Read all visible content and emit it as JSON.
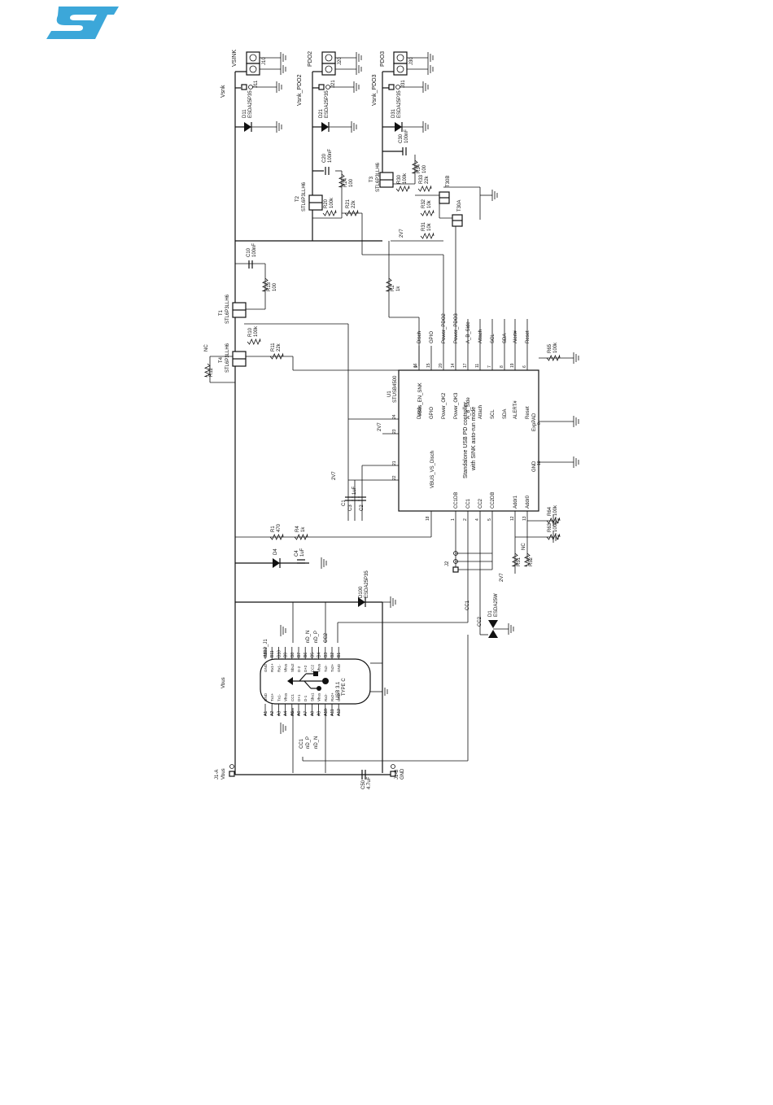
{
  "logo": {
    "text": "ST",
    "color": "#3CA7D9"
  },
  "ic": {
    "ref": "U1",
    "part": "STUSB4500",
    "title": "Standalone USB PD controller",
    "subtitle": "with SINK auto-run mode",
    "left_pins": [
      {
        "num": "16",
        "name": "VBus_EN_SNK"
      },
      {
        "num": "24",
        "name": ""
      },
      {
        "num": "23",
        "name": ""
      },
      {
        "num": "21",
        "name": ""
      },
      {
        "num": "22",
        "name": ""
      },
      {
        "num": "18",
        "name": "VBUS_VS_Disch"
      }
    ],
    "top_pins": [
      {
        "num": "9",
        "name": "Disch"
      },
      {
        "num": "15",
        "name": "GPIO"
      },
      {
        "num": "20",
        "name": "Power_OK2"
      },
      {
        "num": "14",
        "name": "Power_OK3"
      },
      {
        "num": "17",
        "name": "A_B_Side"
      },
      {
        "num": "11",
        "name": "Attach"
      },
      {
        "num": "7",
        "name": "SCL"
      },
      {
        "num": "8",
        "name": "SDA"
      },
      {
        "num": "19",
        "name": "ALERT#"
      },
      {
        "num": "6",
        "name": "Reset"
      }
    ],
    "bottom_pins": [
      {
        "num": "1",
        "name": "CC1DB"
      },
      {
        "num": "2",
        "name": "CC1"
      },
      {
        "num": "4",
        "name": "CC2"
      },
      {
        "num": "5",
        "name": "CC2DB"
      },
      {
        "num": "12",
        "name": "Addr1"
      },
      {
        "num": "13",
        "name": "Addr0"
      }
    ],
    "right_pins": [
      {
        "num": "0",
        "name": "ExpPAD"
      },
      {
        "num": "10",
        "name": "GND"
      }
    ]
  },
  "net_labels": [
    {
      "id": "disch",
      "text": "Disch"
    },
    {
      "id": "gpio",
      "text": "GPIO"
    },
    {
      "id": "pwr2",
      "text": "Power_PDO2"
    },
    {
      "id": "pwr3",
      "text": "Power_PDO3"
    },
    {
      "id": "abside",
      "text": "A_B_Side"
    },
    {
      "id": "attach",
      "text": "Attach"
    },
    {
      "id": "scl",
      "text": "SCL"
    },
    {
      "id": "sda",
      "text": "SDA"
    },
    {
      "id": "alert",
      "text": "Alert#"
    },
    {
      "id": "reset",
      "text": "Reset"
    },
    {
      "id": "cc1",
      "text": "CC1"
    },
    {
      "id": "cc2",
      "text": "CC2"
    },
    {
      "id": "nc1",
      "text": "NC"
    },
    {
      "id": "nc2",
      "text": "NC"
    },
    {
      "id": "v27a",
      "text": "2V7"
    },
    {
      "id": "v27b",
      "text": "2V7"
    },
    {
      "id": "v27c",
      "text": "2V7"
    },
    {
      "id": "v27d",
      "text": "2V7"
    }
  ],
  "connectors": [
    {
      "id": "j10",
      "ref": "J10",
      "net": "VSINK"
    },
    {
      "id": "j20",
      "ref": "J20",
      "net": "PDO2"
    },
    {
      "id": "j30",
      "ref": "J30",
      "net": "PDO3"
    }
  ],
  "test_points": [
    {
      "id": "tp1",
      "ref": "J11",
      "net": "Vsnk"
    },
    {
      "id": "tp2",
      "ref": "J21",
      "net": "Vsnk_PDO2"
    },
    {
      "id": "tp3",
      "ref": "J31",
      "net": "Vsnk_PDO3"
    }
  ],
  "tvs": [
    {
      "id": "d11",
      "ref": "D11",
      "part": "ESDA25P35"
    },
    {
      "id": "d21",
      "ref": "D21",
      "part": "ESDA25P35"
    },
    {
      "id": "d31",
      "ref": "D31",
      "part": "ESDA25P35"
    },
    {
      "id": "d100",
      "ref": "D100",
      "part": "ESDA25P35"
    },
    {
      "id": "d4",
      "ref": "D4",
      "part": ""
    },
    {
      "id": "d1",
      "ref": "D1",
      "part": "ESDA25W"
    }
  ],
  "mosfets": [
    {
      "id": "t1",
      "ref": "T1",
      "part": "STL6P3LLH6"
    },
    {
      "id": "t4",
      "ref": "T4",
      "part": "STL6P3LLH6"
    },
    {
      "id": "t2",
      "ref": "T2",
      "part": "STL6P3LLH6"
    },
    {
      "id": "t3",
      "ref": "T3",
      "part": "STL6P3LLH6"
    },
    {
      "id": "t30b",
      "ref": "T30B",
      "part": ""
    },
    {
      "id": "t30a",
      "ref": "T30A",
      "part": ""
    }
  ],
  "resistors": [
    {
      "id": "r13",
      "ref": "R13",
      "value": "100"
    },
    {
      "id": "r10",
      "ref": "R10",
      "value": "100k"
    },
    {
      "id": "r11",
      "ref": "R11",
      "value": "22k"
    },
    {
      "id": "r12",
      "ref": "R12",
      "value": ""
    },
    {
      "id": "r24",
      "ref": "R24",
      "value": "100"
    },
    {
      "id": "r20",
      "ref": "R20",
      "value": "100k"
    },
    {
      "id": "r21",
      "ref": "R21",
      "value": "22k"
    },
    {
      "id": "r34",
      "ref": "R34",
      "value": "100"
    },
    {
      "id": "r30",
      "ref": "R30",
      "value": "100k"
    },
    {
      "id": "r33",
      "ref": "R33",
      "value": "22k"
    },
    {
      "id": "r32",
      "ref": "R32",
      "value": "10k"
    },
    {
      "id": "r31",
      "ref": "R31",
      "value": "10k"
    },
    {
      "id": "r2",
      "ref": "R2",
      "value": "1k"
    },
    {
      "id": "r65",
      "ref": "R65",
      "value": "100k"
    },
    {
      "id": "r1",
      "ref": "R1",
      "value": "470"
    },
    {
      "id": "r4",
      "ref": "R4",
      "value": "1k"
    },
    {
      "id": "r63",
      "ref": "R63",
      "value": "100k"
    },
    {
      "id": "r64",
      "ref": "R64",
      "value": "100k"
    },
    {
      "id": "r51",
      "ref": "R51",
      "value": ""
    },
    {
      "id": "r52",
      "ref": "R52",
      "value": ""
    }
  ],
  "capacitors": [
    {
      "id": "c10",
      "ref": "C10",
      "value": "100nF"
    },
    {
      "id": "c20",
      "ref": "C20",
      "value": "100nF"
    },
    {
      "id": "c30",
      "ref": "C30",
      "value": "100nF"
    },
    {
      "id": "c4",
      "ref": "C4",
      "value": "1uF"
    },
    {
      "id": "c1",
      "ref": "C1",
      "value": "1uF"
    },
    {
      "id": "c3",
      "ref": "C3",
      "value": ""
    },
    {
      "id": "c2",
      "ref": "C2",
      "value": ""
    },
    {
      "id": "c50",
      "ref": "C50",
      "value": "4.7uF"
    }
  ],
  "jumper": {
    "ref": "J2"
  },
  "usb_connector": {
    "name": "USB 3.1",
    "type": "TYPE C",
    "ref": "U12_J1",
    "a_pins": [
      "A1",
      "A2",
      "A3",
      "A4",
      "A5",
      "A6",
      "A7",
      "A8",
      "A9",
      "A10",
      "A11",
      "A12"
    ],
    "a_names": [
      "GND",
      "Tx1+",
      "Tx1-",
      "Vbus",
      "CC1",
      "D+1",
      "D-1",
      "Sbu1",
      "Vbus",
      "Rx2-",
      "Rx2+",
      "GND"
    ],
    "b_pins": [
      "B12",
      "B11",
      "B10",
      "B9",
      "B8",
      "B7",
      "B6",
      "B5",
      "B4",
      "B3",
      "B2",
      "B1"
    ],
    "b_names": [
      "GND",
      "Rx1+",
      "Rx1-",
      "Vbus",
      "Sbu2",
      "D-2",
      "D+2",
      "CC2",
      "Vbus",
      "Tx2-",
      "Tx2+",
      "GND"
    ],
    "left_labels": [
      "CC1",
      "nD_P",
      "nD_N"
    ],
    "right_labels": [
      "nD_N",
      "nD_P",
      "CC2"
    ]
  },
  "input": {
    "ja": "J1-A",
    "ja_net": "Vbus",
    "jb": "J1-B",
    "jb_net": "GND",
    "vbus_net": "Vbus"
  },
  "vsnk_labels": [
    "Vsnk",
    "Vsnk_PDO2",
    "Vsnk_PDO3"
  ]
}
